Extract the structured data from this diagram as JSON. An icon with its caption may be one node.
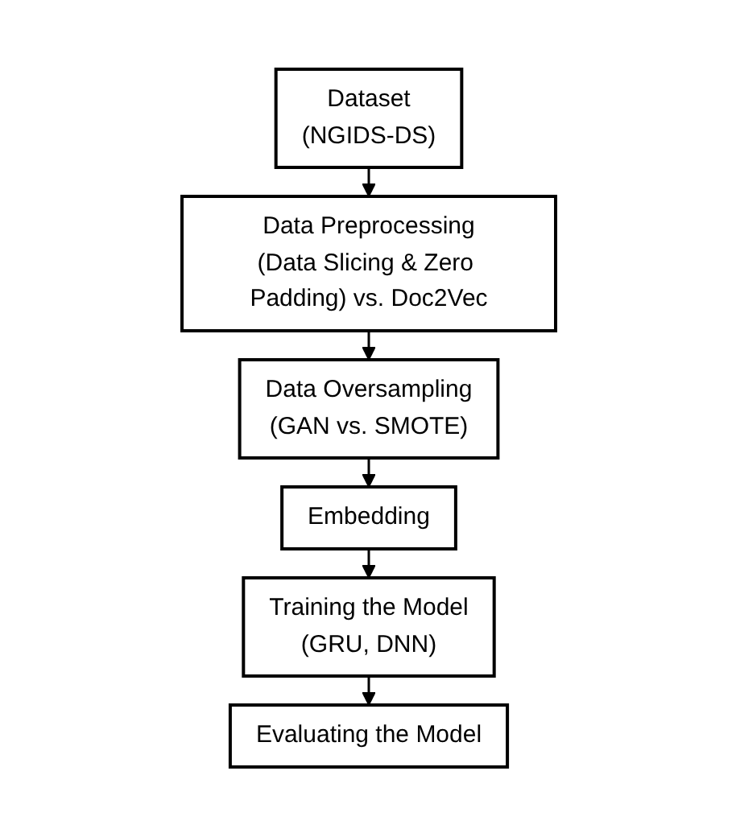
{
  "diagram": {
    "nodes": [
      {
        "text": [
          "Dataset",
          "(NGIDS-DS)"
        ]
      },
      {
        "text": [
          "Data Preprocessing",
          "(Data Slicing & Zero Padding) vs. Doc2Vec"
        ]
      },
      {
        "text": [
          "Data Oversampling",
          "(GAN vs. SMOTE)"
        ]
      },
      {
        "text": [
          "Embedding"
        ]
      },
      {
        "text": [
          "Training the Model",
          "(GRU, DNN)"
        ]
      },
      {
        "text": [
          "Evaluating the Model"
        ]
      }
    ],
    "edges": [
      {
        "from": 0,
        "to": 1,
        "arrow": "to"
      },
      {
        "from": 1,
        "to": 2,
        "arrow": "to"
      },
      {
        "from": 2,
        "to": 3,
        "arrow": "to"
      },
      {
        "from": 3,
        "to": 4,
        "arrow": "to"
      },
      {
        "from": 4,
        "to": 5,
        "arrow": "to"
      }
    ]
  }
}
